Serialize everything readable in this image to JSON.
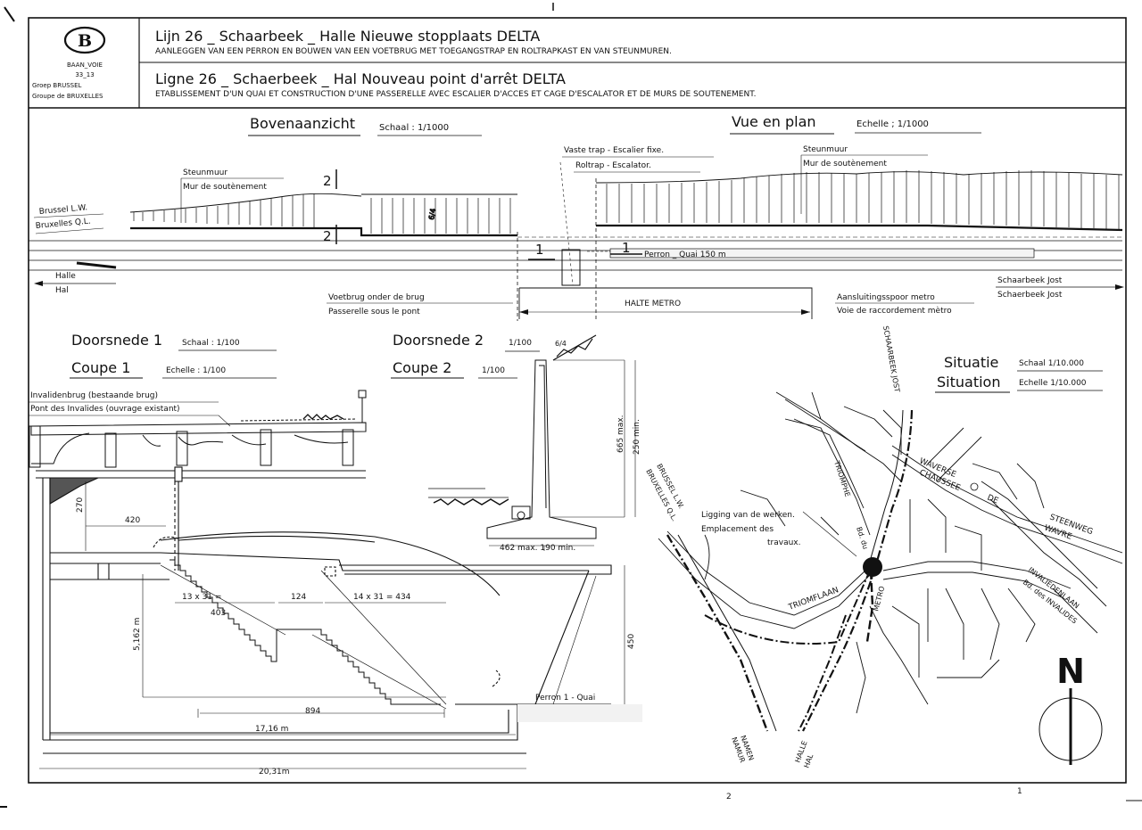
{
  "header": {
    "logo_letter": "B",
    "org_line1": "BAAN_VOIE",
    "org_line2": "33_13",
    "org_line3": "Groep  BRUSSEL",
    "org_line4": "Groupe de BRUXELLES",
    "title_nl": "Lijn 26 _ Schaarbeek _ Halle    Nieuwe   stopplaats  DELTA",
    "subtitle_nl": "AANLEGGEN VAN EEN PERRON EN BOUWEN VAN EEN VOETBRUG MET TOEGANGSTRAP EN ROLTRAPKAST EN VAN STEUNMUREN.",
    "title_fr": "Ligne 26 _ Schaerbeek _ Hal    Nouveau    point  d'arrêt   DELTA",
    "subtitle_fr": "ETABLISSEMENT  D'UN  QUAI  ET  CONSTRUCTION  D'UNE  PASSERELLE  AVEC  ESCALIER  D'ACCES  ET  CAGE  D'ESCALATOR  ET   DE  MURS  DE  SOUTENEMENT."
  },
  "plan": {
    "title_nl": "Bovenaanzicht",
    "scale_nl": "Schaal  :  1/1000",
    "title_fr": "Vue  en  plan",
    "scale_fr": "Echelle  ;  1/1000",
    "wall_left_nl": "Steunmuur",
    "wall_left_fr": "Mur de soutènement",
    "wall_right_nl": "Steunmuur",
    "wall_right_fr": "Mur de soutènement",
    "stair_label": "Vaste  trap  -  Escalier  fixe.",
    "escalator_label": "Roltrap  -  Escalator.",
    "brussel_nl": "Brussel  L.W.",
    "brussel_fr": "Bruxelles  Q.L.",
    "halle_nl": "Halle",
    "halle_fr": "Hal",
    "footbridge_nl": "Voetbrug  onder  de  brug",
    "footbridge_fr": "Passerelle  sous  le  pont",
    "halte_metro": "HALTE   METRO",
    "siding_nl": "Aansluitingsspoor  metro",
    "siding_fr": "Voie  de  raccordement  mètro",
    "schaarbeek_nl": "Schaarbeek   Jost",
    "schaarbeek_fr": "Schaerbeek   Jost",
    "perron_label": "Perron _ Quai  150 m",
    "section_mark_1": "1",
    "section_mark_2": "2",
    "slope": "6/4"
  },
  "section1": {
    "title_nl": "Doorsnede  1",
    "scale_nl": "Schaal  :  1/100",
    "title_fr": "Coupe   1",
    "scale_fr": "Echelle  :  1/100",
    "bridge_nl": "Invalidenbrug  (bestaande brug)",
    "bridge_fr": "Pont des Invalides  (ouvrage existant)",
    "dim_270": "270",
    "dim_420": "420",
    "dim_height": "5,162 m",
    "dim_13x31": "13 x 31 =",
    "dim_403": "403",
    "dim_124": "124",
    "dim_14x31": "14 x 31 = 434",
    "dim_894": "894",
    "dim_1716": "17,16 m",
    "dim_2031": "20,31m",
    "dim_450": "450",
    "perron_quai": "Perron 1 - Quai"
  },
  "section2": {
    "title_nl": "Doorsnede  2",
    "scale_nl": "1/100",
    "slope": "6/4",
    "title_fr": "Coupe   2",
    "scale_fr": "1/100",
    "dim_665": "665 max.",
    "dim_250": "250 min.",
    "dim_base": "462 max.   190 min."
  },
  "situation": {
    "title_nl": "Situatie",
    "scale_nl": "Schaal   1/10.000",
    "title_fr": "Situation",
    "scale_fr": "Echelle   1/10.000",
    "schaarbeek": "SCHAARBEEK JOST",
    "triomphe": "TRIOMPHE",
    "bd_du": "Bd. du",
    "waverse": "WAVERSE",
    "chaussee": "CHAUSSEE",
    "de": "DE",
    "steenweg": "STEENWEG",
    "wavre": "WAVRE",
    "brussel_lw": "BRUSSEL L.W.",
    "bruxelles_ql": "BRUXELLES Q.L.",
    "works_nl": "Ligging van de werken.",
    "works_fr_1": "Emplacement    des",
    "works_fr_2": "travaux.",
    "triomflaan": "TRIOMFLAAN",
    "metro": "METRO",
    "invaliedenlaan": "INVALIEDENLAAN",
    "bd_invalides": "Bd. des INVALIDES",
    "namen": "NAMEN",
    "namur": "NAMUR",
    "halle": "HALLE",
    "hal": "HAL",
    "north": "N"
  },
  "footer": {
    "page_left": "2",
    "page_right": "1"
  }
}
